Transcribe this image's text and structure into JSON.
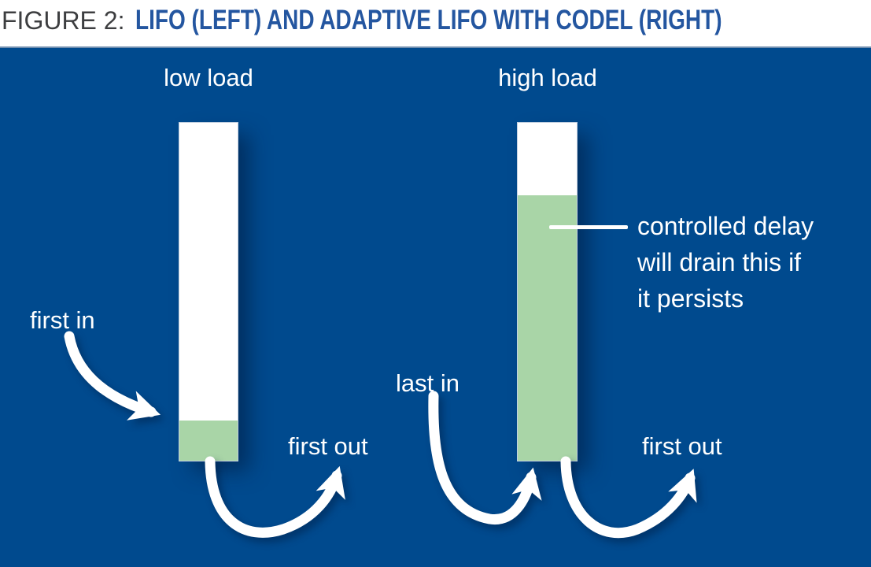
{
  "figure": {
    "label": "FIGURE 2:",
    "title": "LIFO (LEFT) AND ADAPTIVE LIFO WITH CODEL (RIGHT)"
  },
  "panel": {
    "background_color": "#004a8e",
    "bar_color": "#ffffff",
    "queue_fill_color": "#a9d5a7",
    "text_color": "#ffffff"
  },
  "left_queue": {
    "load_label": "low load",
    "in_label": "first in",
    "out_label": "first out",
    "fill_percent": 12
  },
  "right_queue": {
    "load_label": "high load",
    "in_label": "last in",
    "out_label": "first out",
    "fill_percent": 78,
    "callout": {
      "line1": "controlled delay",
      "line2": "will drain this if",
      "line3": "it persists"
    }
  }
}
